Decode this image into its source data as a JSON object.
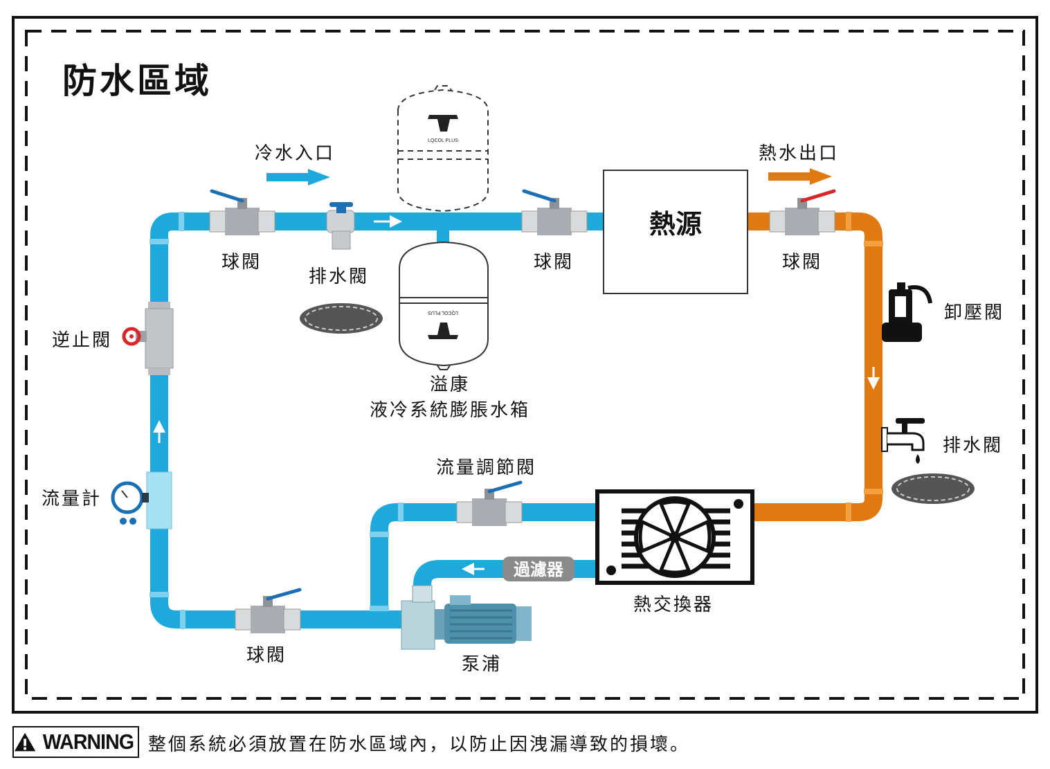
{
  "zone_title": "防水區域",
  "cold_inlet": "冷水入口",
  "hot_outlet": "熱水出口",
  "heat_source": "熱源",
  "tank_brand": "LQCOL PLUS",
  "labels": {
    "ball_valve_1": "球閥",
    "drain_valve_cold": "排水閥",
    "ball_valve_2": "球閥",
    "ball_valve_3": "球閥",
    "check_valve": "逆止閥",
    "relief_valve": "卸壓閥",
    "drain_valve_hot": "排水閥",
    "tank_name_1": "溢康",
    "tank_name_2": "液冷系統膨脹水箱",
    "flow_regulating_valve": "流量調節閥",
    "flow_meter": "流量計",
    "filter": "過濾器",
    "heat_exchanger": "熱交換器",
    "ball_valve_4": "球閥",
    "pump": "泵浦"
  },
  "warning": {
    "badge": "WARNING",
    "text": "整個系統必須放置在防水區域內，以防止因洩漏導致的損壞。"
  },
  "colors": {
    "cold_pipe": "#1ea9dc",
    "hot_pipe": "#e07a10",
    "valve_grey": "#b8bcc0",
    "handle_blue": "#1a6fb5",
    "handle_red": "#d9262a"
  }
}
